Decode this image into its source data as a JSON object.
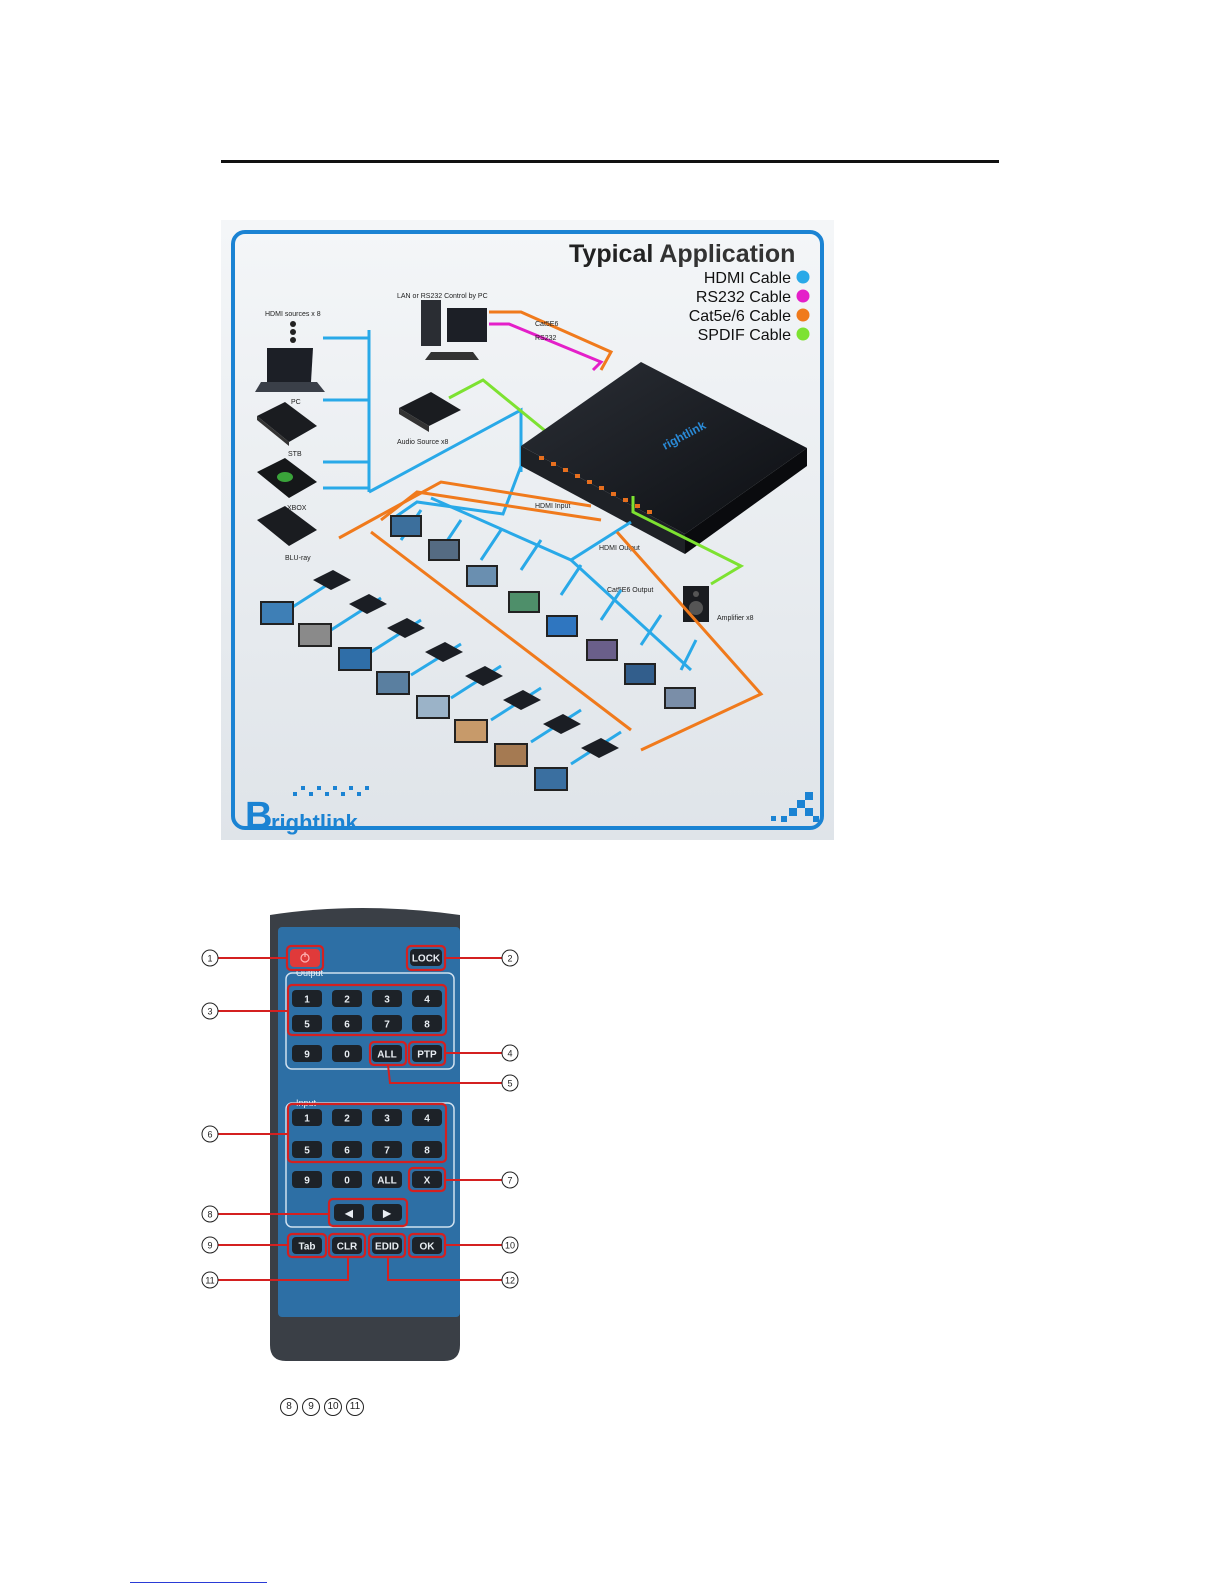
{
  "application": {
    "title_a": "Typical",
    "title_b": "Application",
    "legend": [
      {
        "label": "HDMI Cable",
        "color": "#29a9e8"
      },
      {
        "label": "RS232 Cable",
        "color": "#e41fc9"
      },
      {
        "label": "Cat5e/6 Cable",
        "color": "#f07a1c"
      },
      {
        "label": "SPDIF Cable",
        "color": "#7de231"
      }
    ],
    "labels": {
      "hdmi_sources": "HDMI sources x 8",
      "pc": "PC",
      "stb": "STB",
      "xbox": "XBOX",
      "bluray": "BLU-ray",
      "lan": "LAN or RS232 Control by PC",
      "cat5e6": "Cat5E6",
      "rs232": "RS232",
      "audio_source": "Audio Source x8",
      "hdmi_input": "HDMI Input",
      "hdmi_output": "HDMI Output",
      "cat5e6_output": "Cat5E6 Output",
      "amplifier": "Amplifier x8"
    },
    "brand": "rightlink",
    "brand_initial": "B"
  },
  "remote": {
    "power_icon": "power-icon",
    "lock": "LOCK",
    "output_label": "Output",
    "input_label": "Input",
    "output_keys": [
      "1",
      "2",
      "3",
      "4",
      "5",
      "6",
      "7",
      "8"
    ],
    "output_extra": [
      "9",
      "0",
      "ALL",
      "PTP"
    ],
    "input_keys": [
      "1",
      "2",
      "3",
      "4",
      "5",
      "6",
      "7",
      "8"
    ],
    "input_extra": [
      "9",
      "0",
      "ALL",
      "X"
    ],
    "arrows": [
      "◀",
      "▶"
    ],
    "bottom_keys": [
      "Tab",
      "CLR",
      "EDID",
      "OK"
    ],
    "callouts": [
      "1",
      "2",
      "3",
      "4",
      "5",
      "6",
      "7",
      "8",
      "9",
      "10",
      "11",
      "12"
    ]
  },
  "legend_numbers": [
    "8",
    "9",
    "10",
    "11"
  ]
}
